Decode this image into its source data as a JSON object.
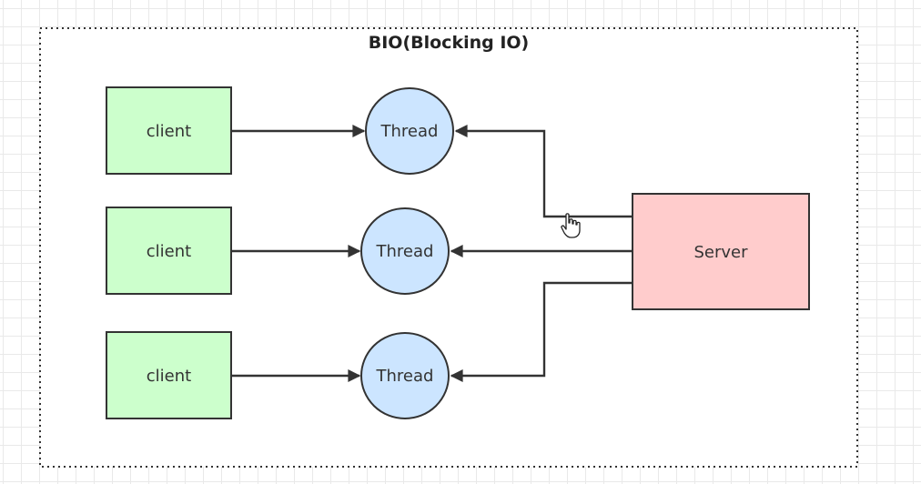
{
  "title": "BIO(Blocking IO)",
  "clients": [
    {
      "label": "client"
    },
    {
      "label": "client"
    },
    {
      "label": "client"
    }
  ],
  "threads": [
    {
      "label": "Thread"
    },
    {
      "label": "Thread"
    },
    {
      "label": "Thread"
    }
  ],
  "server": {
    "label": "Server"
  },
  "colors": {
    "client_fill": "#ccffcc",
    "thread_fill": "#cce5ff",
    "server_fill": "#ffcccc",
    "stroke": "#333333",
    "grid": "#e9e9e9"
  },
  "icons": {
    "cursor": "hand-pointer-icon"
  }
}
